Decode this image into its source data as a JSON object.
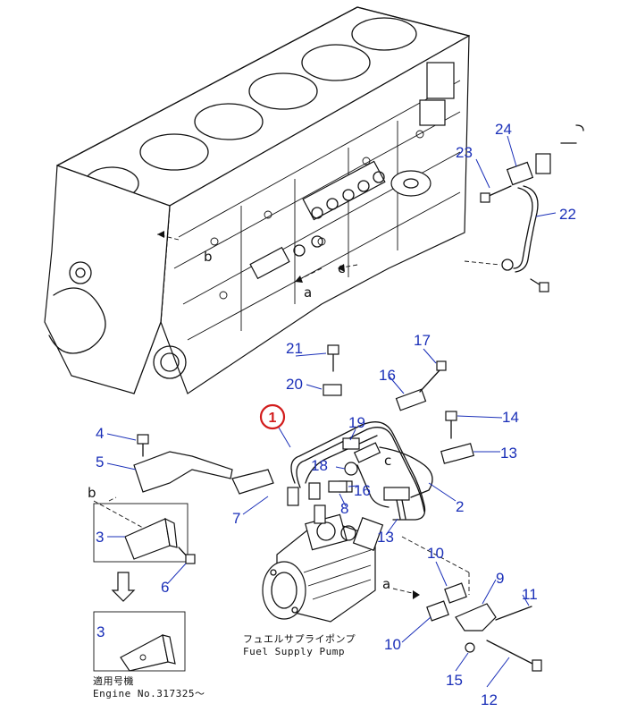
{
  "diagram": {
    "part_numbers": [
      "2",
      "3",
      "4",
      "5",
      "6",
      "7",
      "8",
      "9",
      "10",
      "11",
      "12",
      "13",
      "14",
      "15",
      "16",
      "17",
      "18",
      "19",
      "20",
      "21",
      "22",
      "23",
      "24"
    ],
    "highlighted_part": "1",
    "view_reference_letters": [
      "a",
      "b",
      "c"
    ],
    "pump_label_jp": "フュエルサプライポンプ",
    "pump_label_en": "Fuel Supply Pump",
    "serial_label_jp": "適用号機",
    "serial_label_en": "Engine No.317325～",
    "callout_color": "#1a2fb8",
    "highlight_color": "#d21c1c"
  }
}
